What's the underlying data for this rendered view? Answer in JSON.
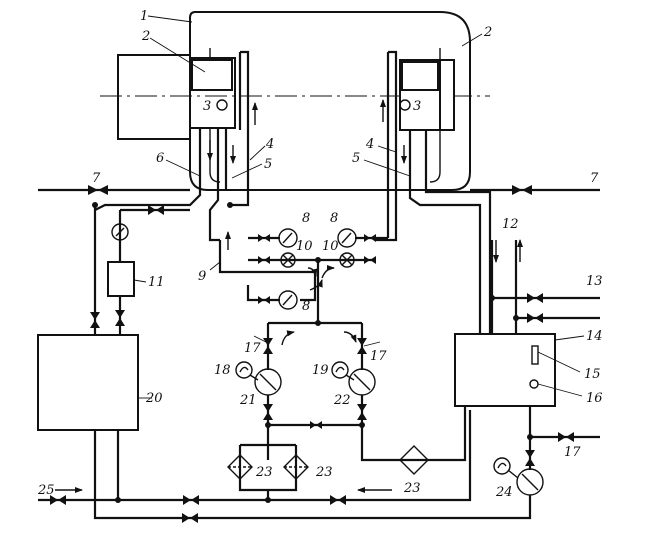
{
  "diagram": {
    "labels": {
      "l1": "1",
      "l2a": "2",
      "l2b": "2",
      "l3a": "3",
      "l3b": "3",
      "l4a": "4",
      "l4b": "4",
      "l5a": "5",
      "l5b": "5",
      "l6": "6",
      "l7a": "7",
      "l7b": "7",
      "l8a": "8",
      "l8b": "8",
      "l8c": "8",
      "l9": "9",
      "l10a": "10",
      "l10b": "10",
      "l11": "11",
      "l12": "12",
      "l13": "13",
      "l14": "14",
      "l15": "15",
      "l16": "16",
      "l17a": "17",
      "l17b": "17",
      "l17c": "17",
      "l18": "18",
      "l19": "19",
      "l20": "20",
      "l21": "21",
      "l22": "22",
      "l23a": "23",
      "l23b": "23",
      "l23c": "23",
      "l24": "24",
      "l25": "25"
    }
  }
}
